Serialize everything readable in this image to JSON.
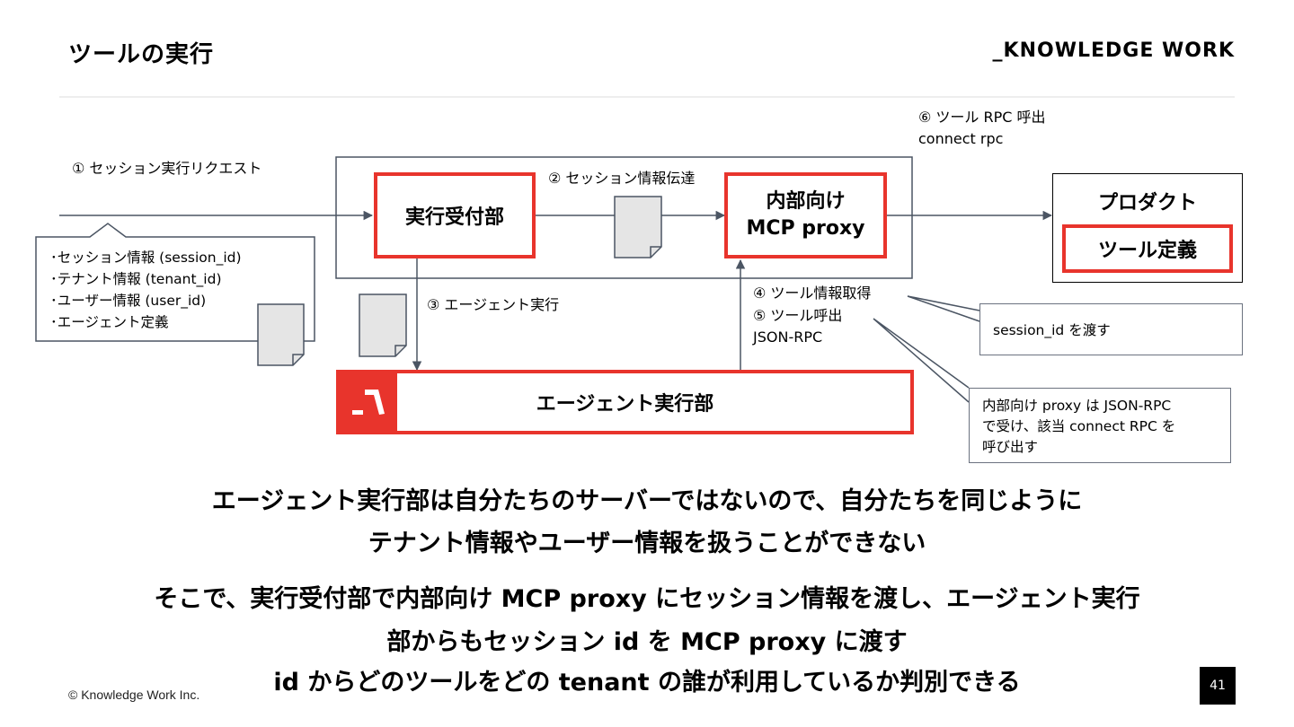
{
  "header": {
    "title": "ツールの実行",
    "brand": "_KNOWLEDGE WORK"
  },
  "diagram": {
    "step1": "① セッション実行リクエスト",
    "step2": "② セッション情報伝達",
    "step3": "③ エージェント実行",
    "step4": "④ ツール情報取得",
    "step5": "⑤ ツール呼出",
    "step5_sub": "JSON-RPC",
    "step6": "⑥ ツール RPC 呼出",
    "step6_sub": "connect rpc",
    "session_items": [
      "･セッション情報 (session_id)",
      "･テナント情報 (tenant_id)",
      "･ユーザー情報 (user_id)",
      "･エージェント定義"
    ],
    "reception": "実行受付部",
    "proxy_line1": "内部向け",
    "proxy_line2": "MCP proxy",
    "product": "プロダクト",
    "tool_def": "ツール定義",
    "agent_exec": "エージェント実行部",
    "callout_session": "session_id を渡す",
    "callout_proxy": [
      "内部向け proxy は JSON-RPC",
      "で受け、該当 connect RPC を",
      "呼び出す"
    ]
  },
  "message": {
    "line1": "エージェント実行部は自分たちのサーバーではないので、自分たちを同じように",
    "line2": "テナント情報やユーザー情報を扱うことができない",
    "line3": "そこで、実行受付部で内部向け MCP proxy にセッション情報を渡し、エージェント実行",
    "line4": "部からもセッション id を MCP proxy に渡す",
    "line5": "id からどのツールをどの tenant の誰が利用しているか判別できる"
  },
  "footer": {
    "copyright": "© Knowledge Work Inc.",
    "page": "41"
  },
  "colors": {
    "accent_red": "#e8342c",
    "line_gray": "#4b5563",
    "doc_fill": "#e5e5e5"
  }
}
